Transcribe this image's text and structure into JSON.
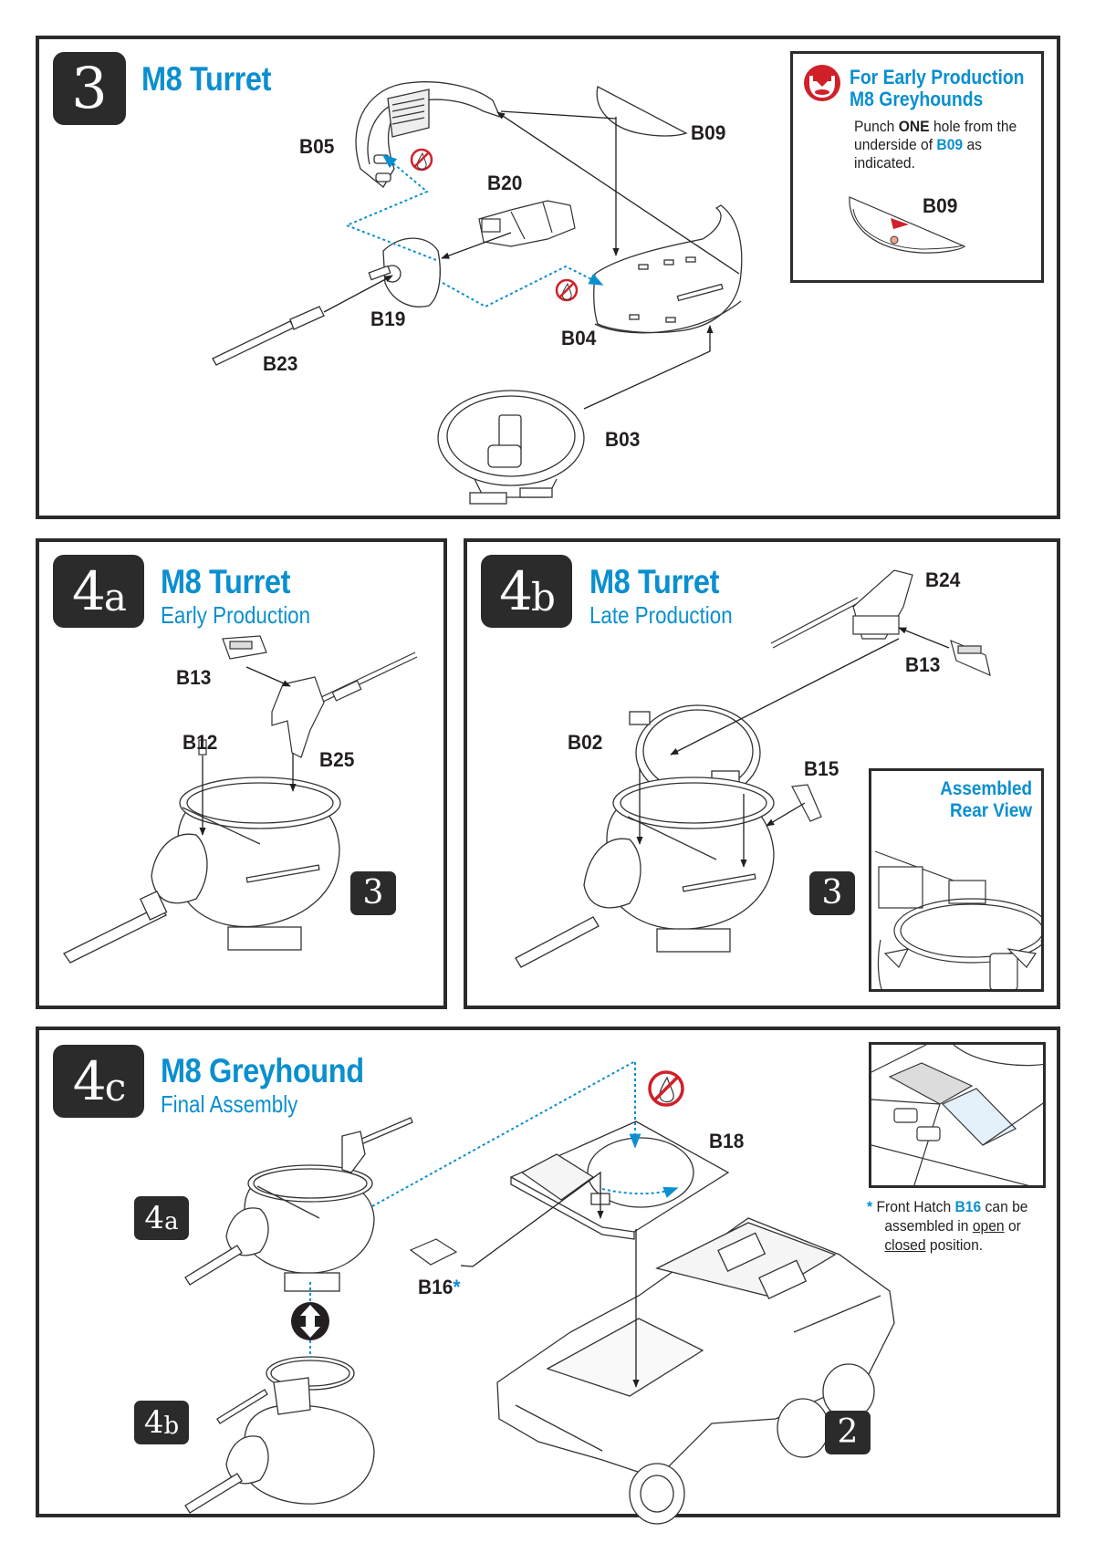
{
  "colors": {
    "accent": "#0a8fcf",
    "badge": "#2b2b2b",
    "warning_red": "#d0202a",
    "text": "#231f20"
  },
  "step3": {
    "number": "3",
    "title": "M8 Turret",
    "parts": [
      "B05",
      "B20",
      "B09",
      "B19",
      "B04",
      "B23",
      "B03"
    ],
    "icons": [
      "no-glue-icon",
      "no-glue-icon"
    ],
    "info": {
      "icon": "punch-hole-icon",
      "title_line1": "For Early Production",
      "title_line2": "M8 Greyhounds",
      "body_pre": "Punch ",
      "body_bold": "ONE",
      "body_mid": " hole from the",
      "body_line2_pre": "underside of ",
      "body_part": "B09",
      "body_line2_post": " as",
      "body_line3": "indicated.",
      "diagram_part": "B09"
    }
  },
  "step4a": {
    "number": "4",
    "letter": "a",
    "title": "M8 Turret",
    "subtitle": "Early Production",
    "parts": [
      "B13",
      "B12",
      "B25"
    ],
    "ref_step": "3"
  },
  "step4b": {
    "number": "4",
    "letter": "b",
    "title": "M8 Turret",
    "subtitle": "Late Production",
    "parts": [
      "B24",
      "B13",
      "B02",
      "B15"
    ],
    "ref_step": "3",
    "inset_line1": "Assembled",
    "inset_line2": "Rear View"
  },
  "step4c": {
    "number": "4",
    "letter": "c",
    "title": "M8 Greyhound",
    "subtitle": "Final Assembly",
    "parts": [
      "B18",
      "B16"
    ],
    "asterisk": "*",
    "ref_4a_number": "4",
    "ref_4a_letter": "a",
    "ref_4b_number": "4",
    "ref_4b_letter": "b",
    "ref_step": "2",
    "icons": [
      "no-glue-icon",
      "either-or-icon"
    ],
    "note": {
      "star": "*",
      "line1_pre": "Front Hatch ",
      "line1_part": "B16",
      "line1_post": " can be",
      "line2_pre": "assembled in ",
      "line2_open": "open",
      "line2_post": " or",
      "line3_closed": "closed",
      "line3_post": " position."
    }
  }
}
